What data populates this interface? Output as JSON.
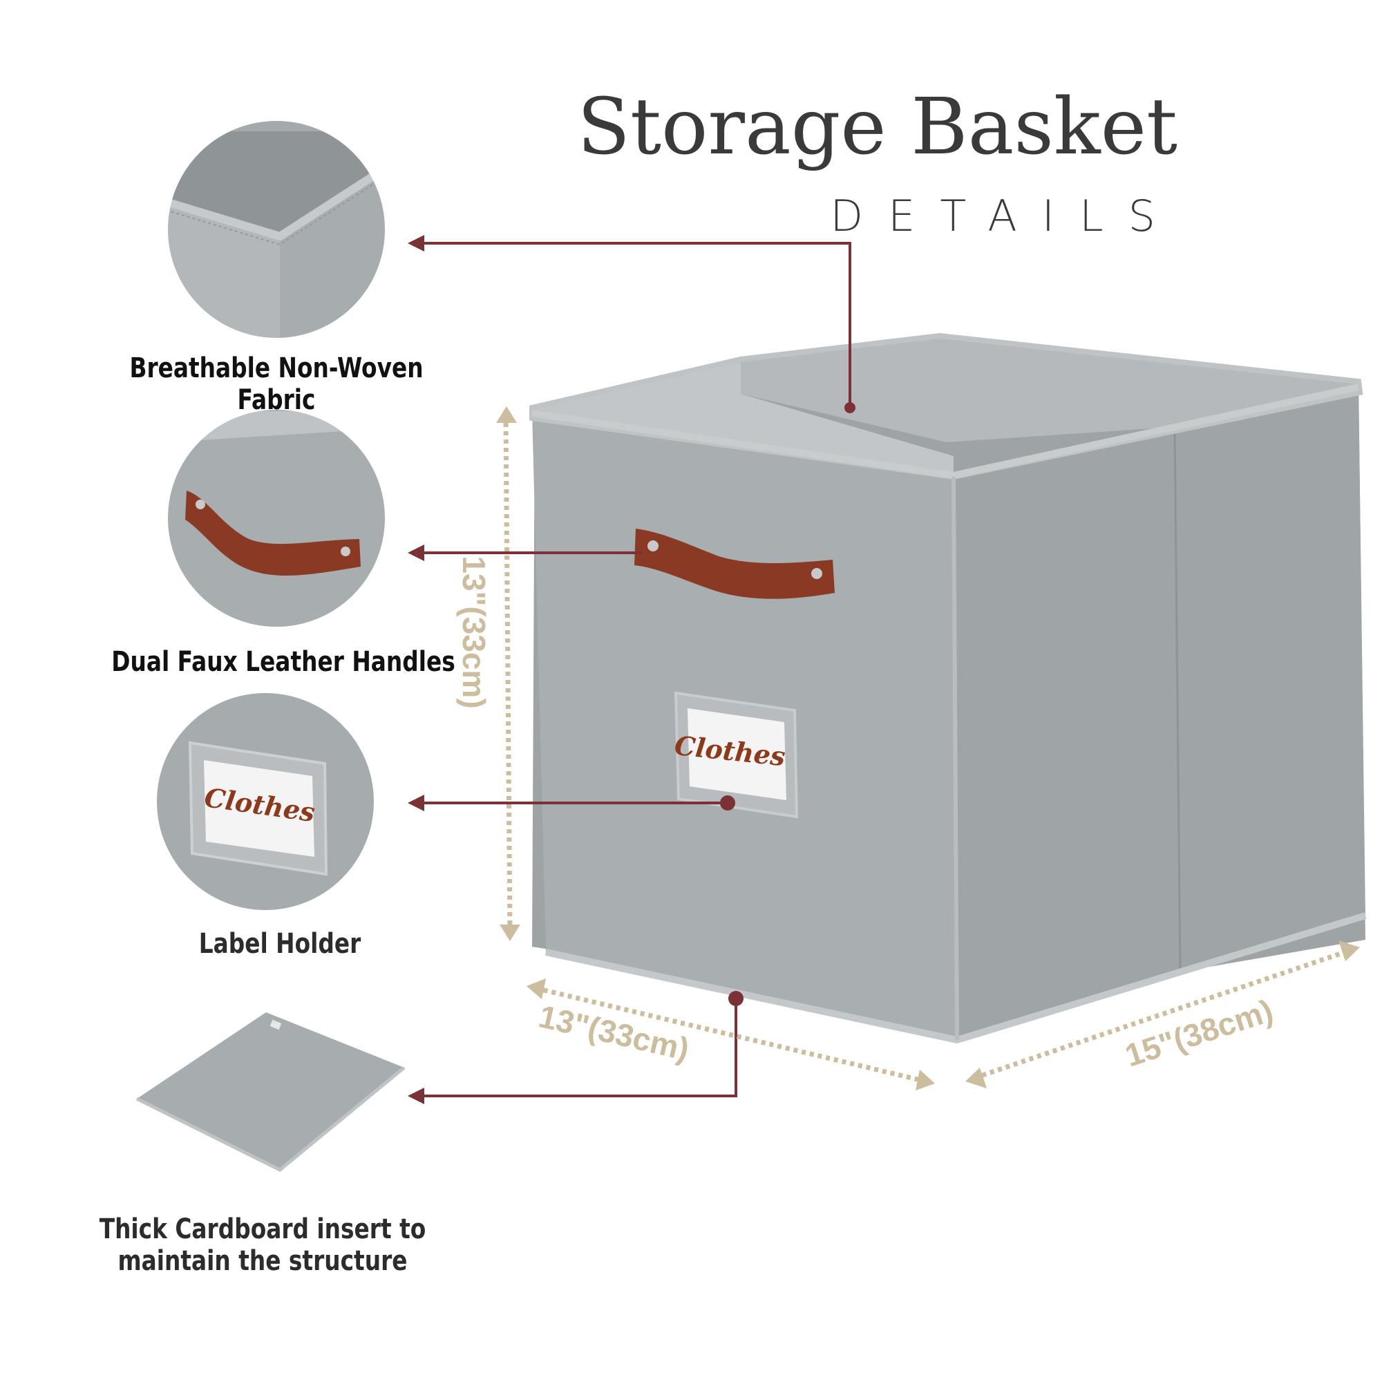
{
  "header": {
    "title": "Storage Basket",
    "subtitle": "DETAILS"
  },
  "features": [
    {
      "label": "Breathable Non-Woven Fabric"
    },
    {
      "label": "Dual Faux Leather Handles"
    },
    {
      "label": "Label Holder"
    },
    {
      "label": "Thick Cardboard insert to maintain the structure"
    }
  ],
  "dimensions": {
    "height": "13\"(33cm)",
    "width": "13\"(33cm)",
    "depth": "15\"(38cm)"
  },
  "label_card_text": "Clothes",
  "colors": {
    "fabric": "#a8adaf",
    "leader_line": "#7a3236",
    "dimension_line": "#cbbd9d",
    "handle_leather": "#8a3a24",
    "title_text": "#3a3a3a"
  }
}
